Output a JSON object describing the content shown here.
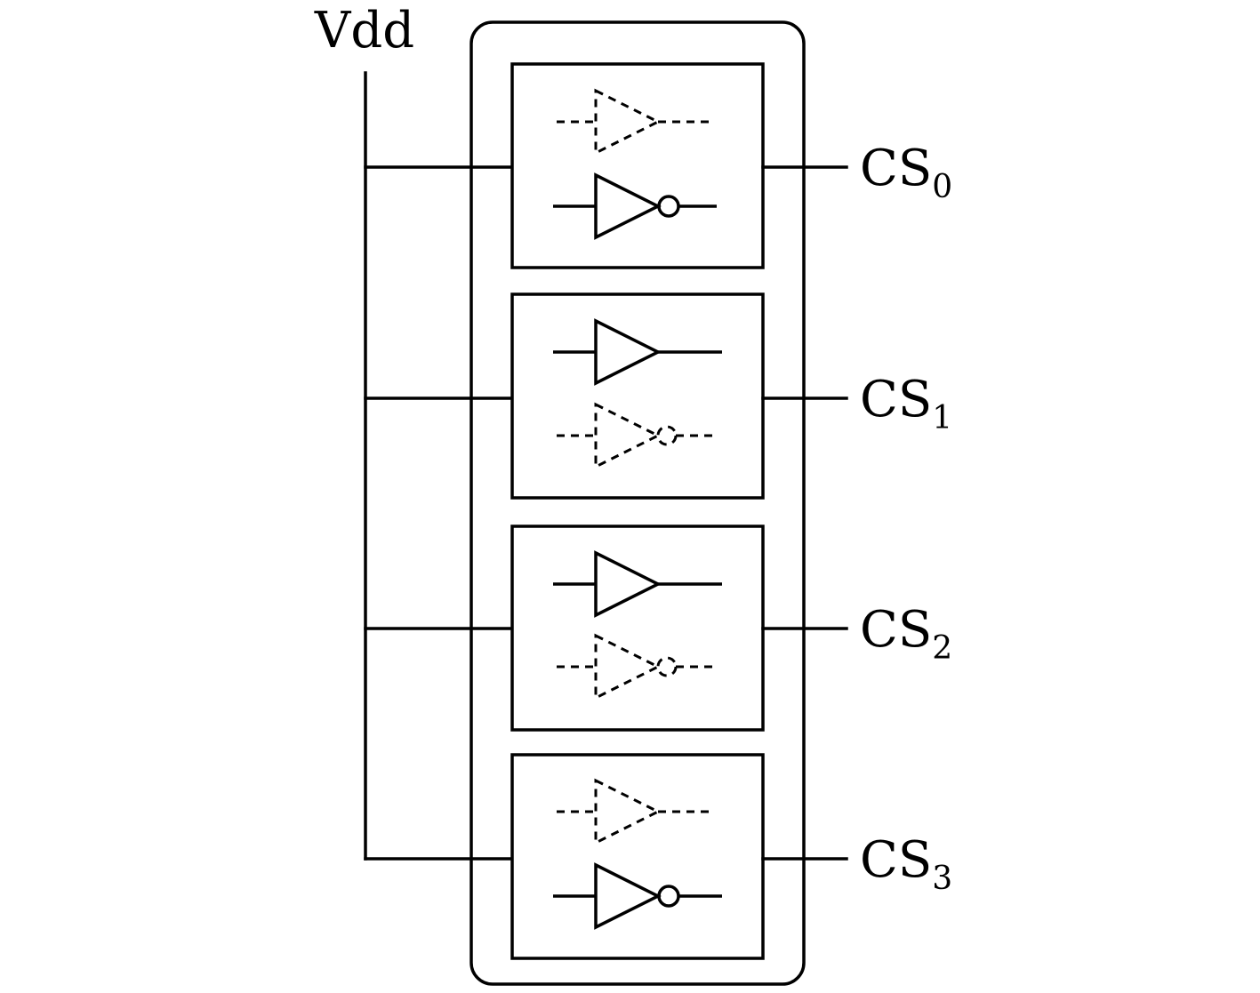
{
  "supply": {
    "label": "Vdd"
  },
  "outputs": [
    {
      "base": "CS",
      "sub": "0"
    },
    {
      "base": "CS",
      "sub": "1"
    },
    {
      "base": "CS",
      "sub": "2"
    },
    {
      "base": "CS",
      "sub": "3"
    }
  ],
  "cells": [
    {
      "active_gate": "inverter",
      "inactive_gate": "buffer",
      "active_position": "bottom"
    },
    {
      "active_gate": "buffer",
      "inactive_gate": "inverter",
      "active_position": "top"
    },
    {
      "active_gate": "buffer",
      "inactive_gate": "inverter",
      "active_position": "top"
    },
    {
      "active_gate": "inverter",
      "inactive_gate": "buffer",
      "active_position": "bottom"
    }
  ],
  "line_color": "#000000"
}
